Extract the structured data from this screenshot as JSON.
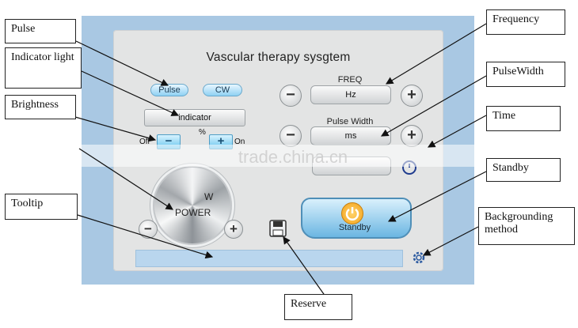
{
  "screen": {
    "title": "Vascular therapy sysgtem",
    "mode_buttons": {
      "pulse": "Pulse",
      "cw": "CW"
    },
    "indicator_label": "indicator",
    "brightness": {
      "off": "Off",
      "on": "On",
      "unit": "%",
      "minus": "−",
      "plus": "+"
    },
    "power": {
      "label": "POWER",
      "unit": "W",
      "minus": "−",
      "plus": "+"
    },
    "freq": {
      "label": "FREQ",
      "value": "Hz",
      "minus": "−",
      "plus": "+"
    },
    "pulse_width": {
      "label": "Pulse Width",
      "value": "ms",
      "minus": "−",
      "plus": "+"
    },
    "time": {
      "value": ""
    },
    "standby_label": "Standby",
    "icons": [
      "save-icon",
      "gear-icon",
      "power-icon",
      "timer-icon"
    ]
  },
  "callouts": {
    "pulse": "Pulse",
    "indicator_light": "Indicator light",
    "brightness": "Brightness",
    "tooltip": "Tooltip",
    "reserve": "Reserve",
    "frequency": "Frequency",
    "pulse_width": "PulseWidth",
    "time": "Time",
    "standby": "Standby",
    "backgrounding_method": "Backgrounding method"
  },
  "watermark": "trade.china.cn",
  "colors": {
    "frame": "#a9c8e3",
    "panel": "#e3e4e4",
    "accent": "#6bb6e2",
    "power_icon": "#f3a21b"
  }
}
